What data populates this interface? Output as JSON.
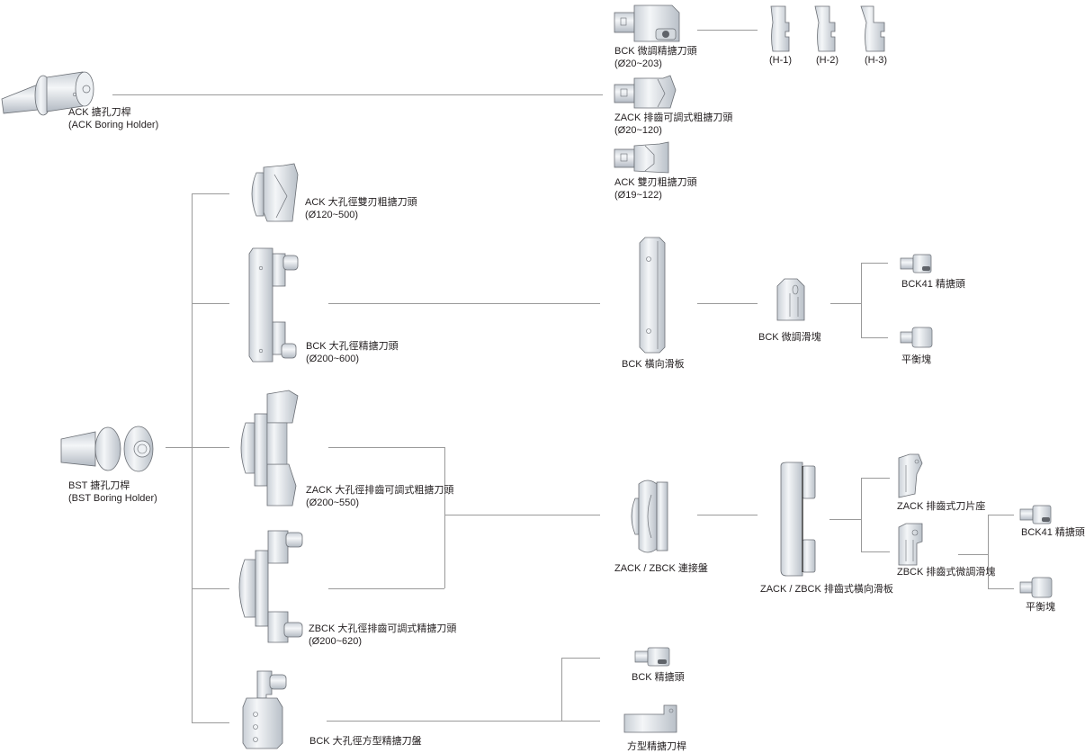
{
  "diagram": {
    "type": "tool-system-tree",
    "theme": {
      "line_color": "#9a9a9a",
      "part_fill": "#dfe4ea",
      "part_stroke": "#6b6f75",
      "text_color": "#231f20"
    },
    "nodes": {
      "ack_holder": {
        "name": "ACK 搪孔刀桿",
        "sub": "(ACK Boring Holder)"
      },
      "bck_micro_head": {
        "name": "BCK 微調精搪刀頭",
        "sub": "(Ø20~203)"
      },
      "h1": {
        "name": "(H-1)"
      },
      "h2": {
        "name": "(H-2)"
      },
      "h3": {
        "name": "(H-3)"
      },
      "zack_rough_head": {
        "name": "ZACK 排齒可調式粗搪刀頭",
        "sub": "(Ø20~120)"
      },
      "ack_twin_head": {
        "name": "ACK 雙刃粗搪刀頭",
        "sub": "(Ø19~122)"
      },
      "ack_large_twin": {
        "name": "ACK 大孔徑雙刃粗搪刀頭",
        "sub": "(Ø120~500)"
      },
      "bck_large_finish": {
        "name": "BCK 大孔徑精搪刀頭",
        "sub": "(Ø200~600)"
      },
      "bck_slide": {
        "name": "BCK 橫向滑板"
      },
      "bck_micro_block": {
        "name": "BCK 微調滑塊"
      },
      "bck41_head_1": {
        "name": "BCK41 精搪頭"
      },
      "balance_1": {
        "name": "平衡塊"
      },
      "bst_holder": {
        "name": "BST 搪孔刀桿",
        "sub": "(BST Boring Holder)"
      },
      "zack_large_rough": {
        "name": "ZACK 大孔徑排齒可調式粗搪刀頭",
        "sub": "(Ø200~550)"
      },
      "zbck_large_finish": {
        "name": "ZBCK 大孔徑排齒可調式精搪刀頭",
        "sub": "(Ø200~620)"
      },
      "zack_zbck_disc": {
        "name": "ZACK / ZBCK 連接盤"
      },
      "zack_zbck_slide": {
        "name": "ZACK / ZBCK 排齒式橫向滑板"
      },
      "zack_insert_seat": {
        "name": "ZACK 排齒式刀片座"
      },
      "zbck_micro_block": {
        "name": "ZBCK 排齒式微調滑塊"
      },
      "bck41_head_2": {
        "name": "BCK41 精搪頭"
      },
      "balance_2": {
        "name": "平衡塊"
      },
      "bck_square_disc": {
        "name": "BCK 大孔徑方型精搪刀盤"
      },
      "bck_finish_head": {
        "name": "BCK 精搪頭"
      },
      "square_bar": {
        "name": "方型精搪刀桿"
      }
    },
    "edges": [
      [
        "ack_holder",
        "bck_micro_head"
      ],
      [
        "ack_holder",
        "zack_rough_head"
      ],
      [
        "ack_holder",
        "ack_twin_head"
      ],
      [
        "bck_micro_head",
        "h1"
      ],
      [
        "bck_micro_head",
        "h2"
      ],
      [
        "bck_micro_head",
        "h3"
      ],
      [
        "bst_holder",
        "ack_large_twin"
      ],
      [
        "bst_holder",
        "bck_large_finish"
      ],
      [
        "bst_holder",
        "zack_large_rough"
      ],
      [
        "bst_holder",
        "zbck_large_finish"
      ],
      [
        "bst_holder",
        "bck_square_disc"
      ],
      [
        "bck_large_finish",
        "bck_slide"
      ],
      [
        "bck_slide",
        "bck_micro_block"
      ],
      [
        "bck_micro_block",
        "bck41_head_1"
      ],
      [
        "bck_micro_block",
        "balance_1"
      ],
      [
        "zack_large_rough",
        "zack_zbck_disc"
      ],
      [
        "zbck_large_finish",
        "zack_zbck_disc"
      ],
      [
        "zack_zbck_disc",
        "zack_zbck_slide"
      ],
      [
        "zack_zbck_slide",
        "zack_insert_seat"
      ],
      [
        "zack_zbck_slide",
        "zbck_micro_block"
      ],
      [
        "zbck_micro_block",
        "bck41_head_2"
      ],
      [
        "zbck_micro_block",
        "balance_2"
      ],
      [
        "bck_square_disc",
        "bck_finish_head"
      ],
      [
        "bck_square_disc",
        "square_bar"
      ]
    ]
  }
}
